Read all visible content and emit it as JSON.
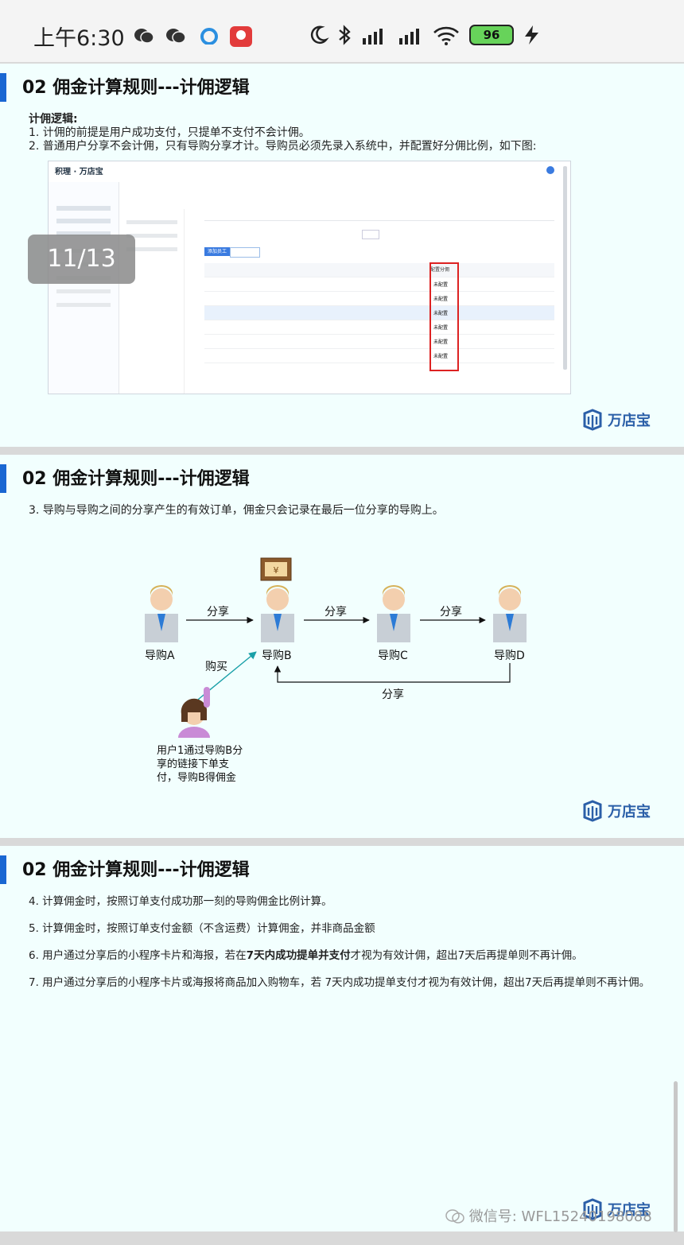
{
  "status": {
    "time": "上午6:30",
    "battery": "96"
  },
  "viewer": {
    "page_indicator": "11/13"
  },
  "slides": [
    {
      "title": "02 佣金计算规则---计佣逻辑",
      "logo": "万店宝"
    },
    {
      "title": "02 佣金计算规则---计佣逻辑",
      "logo": "万店宝"
    },
    {
      "title": "02 佣金计算规则---计佣逻辑",
      "logo": "万店宝"
    }
  ],
  "slide1": {
    "heading": "计佣逻辑:",
    "line1": "1. 计佣的前提是用户成功支付，只提单不支付不会计佣。",
    "line2": "2. 普通用户分享不会计佣，只有导购分享才计。导购员必须先录入系统中，并配置好分佣比例，如下图:",
    "screenshot": {
      "brand": "积理 · 万店宝",
      "add_button": "添加员工",
      "highlight_column": "配置分佣",
      "row_value": "未配置"
    }
  },
  "slide2": {
    "rule3": "3. 导购与导购之间的分享产生的有效订单，佣金只会记录在最后一位分享的导购上。",
    "guides": [
      "导购A",
      "导购B",
      "导购C",
      "导购D"
    ],
    "share": "分享",
    "buy": "购买",
    "user_note": "用户1通过导购B分享的链接下单支付，导购B得佣金"
  },
  "slide3": {
    "rule4": "4. 计算佣金时，按照订单支付成功那一刻的导购佣金比例计算。",
    "rule5": "5. 计算佣金时，按照订单支付金额（不含运费）计算佣金，并非商品金额",
    "rule6a": "6. 用户通过分享后的小程序卡片和海报，若在",
    "rule6b": "7天内成功提单并支付",
    "rule6c": "才视为有效计佣，超出7天后再提单则不再计佣。",
    "rule7": "7. 用户通过分享后的小程序卡片或海报将商品加入购物车，若 7天内成功提单支付才视为有效计佣，超出7天后再提单则不再计佣。"
  },
  "watermark": "微信号: WFL15240198088"
}
